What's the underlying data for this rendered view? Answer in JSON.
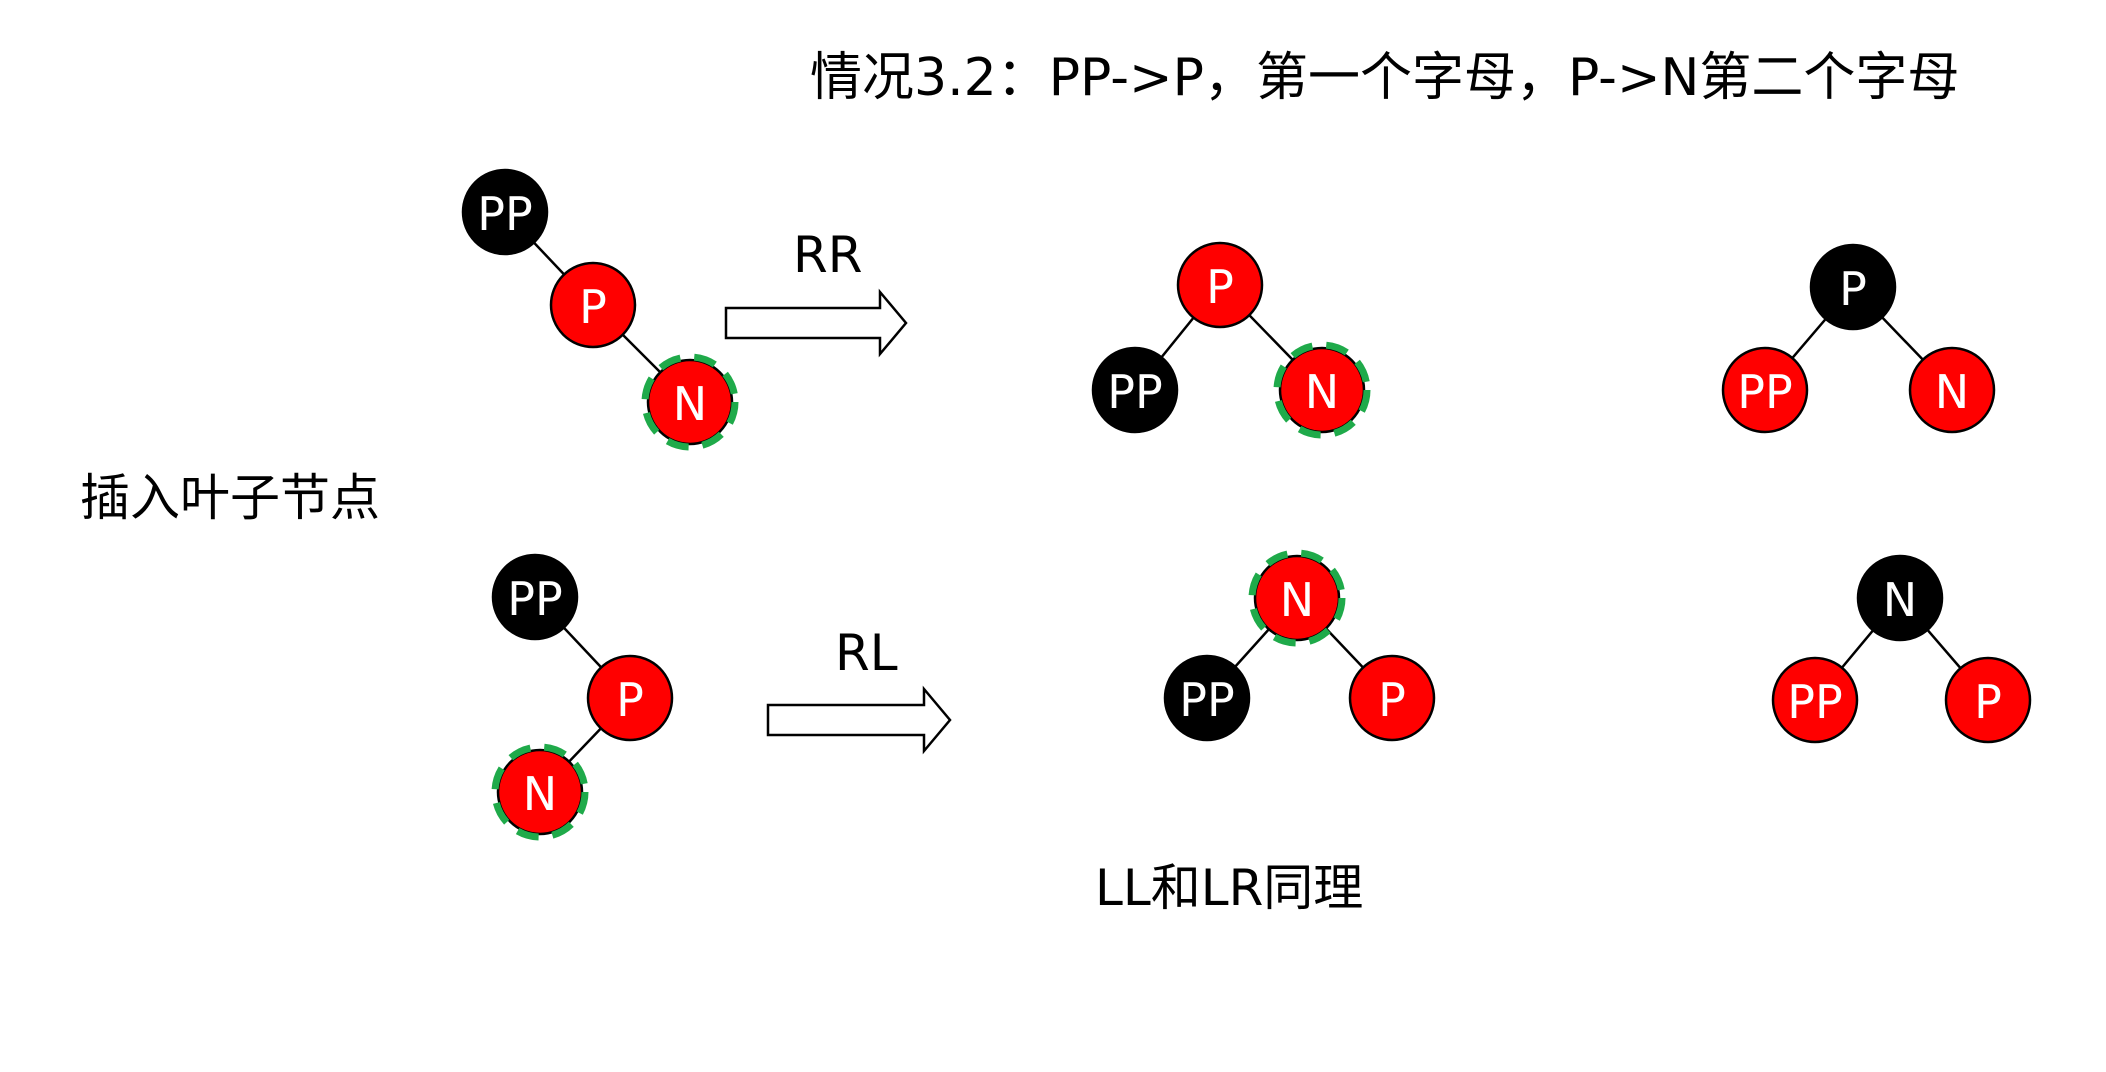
{
  "title": "情况3.2：PP->P，第一个字母，P->N第二个字母",
  "side_label": "插入叶子节点",
  "footer_note": "LL和LR同理",
  "colors": {
    "red": "#ff0000",
    "black": "#000000",
    "focus": "#1faa4a"
  },
  "rows": [
    {
      "rotation_label": "RR",
      "before": [
        {
          "id": "pp",
          "label": "PP",
          "color": "black"
        },
        {
          "id": "p",
          "label": "P",
          "color": "red"
        },
        {
          "id": "n",
          "label": "N",
          "color": "red",
          "focus": true
        }
      ],
      "after_rotation": [
        {
          "id": "p",
          "label": "P",
          "color": "red"
        },
        {
          "id": "pp",
          "label": "PP",
          "color": "black"
        },
        {
          "id": "n",
          "label": "N",
          "color": "red",
          "focus": true
        }
      ],
      "after_recolor": [
        {
          "id": "p",
          "label": "P",
          "color": "black"
        },
        {
          "id": "pp",
          "label": "PP",
          "color": "red"
        },
        {
          "id": "n",
          "label": "N",
          "color": "red"
        }
      ]
    },
    {
      "rotation_label": "RL",
      "before": [
        {
          "id": "pp",
          "label": "PP",
          "color": "black"
        },
        {
          "id": "p",
          "label": "P",
          "color": "red"
        },
        {
          "id": "n",
          "label": "N",
          "color": "red",
          "focus": true
        }
      ],
      "after_rotation": [
        {
          "id": "n",
          "label": "N",
          "color": "red",
          "focus": true
        },
        {
          "id": "pp",
          "label": "PP",
          "color": "black"
        },
        {
          "id": "p",
          "label": "P",
          "color": "red"
        }
      ],
      "after_recolor": [
        {
          "id": "n",
          "label": "N",
          "color": "black"
        },
        {
          "id": "pp",
          "label": "PP",
          "color": "red"
        },
        {
          "id": "p",
          "label": "P",
          "color": "red"
        }
      ]
    }
  ]
}
